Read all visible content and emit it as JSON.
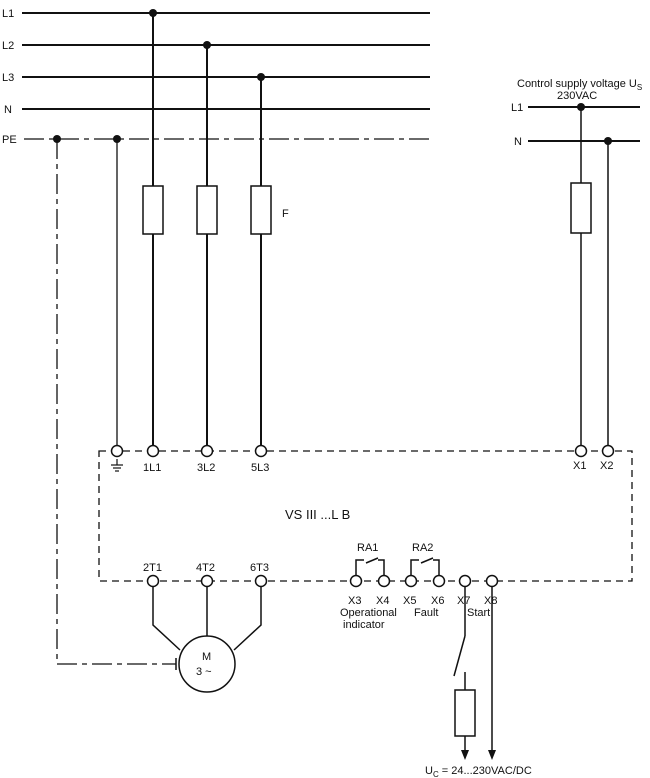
{
  "supply_lines": {
    "l1": "L1",
    "l2": "L2",
    "l3": "L3",
    "n": "N",
    "pe": "PE"
  },
  "control_supply": {
    "title": "Control supply voltage U",
    "title_sub": "S",
    "voltage": "230VAC",
    "l1": "L1",
    "n": "N"
  },
  "fuse_label": "F",
  "terminals": {
    "t1l1": "1L1",
    "t3l2": "3L2",
    "t5l3": "5L3",
    "x1": "X1",
    "x2": "X2",
    "t2t1": "2T1",
    "t4t2": "4T2",
    "t6t3": "6T3",
    "x3": "X3",
    "x4": "X4",
    "x5": "X5",
    "x6": "X6",
    "x7": "X7",
    "x8": "X8"
  },
  "device_label": "VS III ...L B",
  "relays": {
    "ra1": "RA1",
    "ra2": "RA2"
  },
  "functions": {
    "operational_line1": "Operational",
    "operational_line2": "indicator",
    "fault": "Fault",
    "start": "Start"
  },
  "motor": {
    "m": "M",
    "phase": "3 ~"
  },
  "uc": {
    "prefix": "U",
    "sub": "C",
    "value": " = 24...230VAC/DC"
  }
}
